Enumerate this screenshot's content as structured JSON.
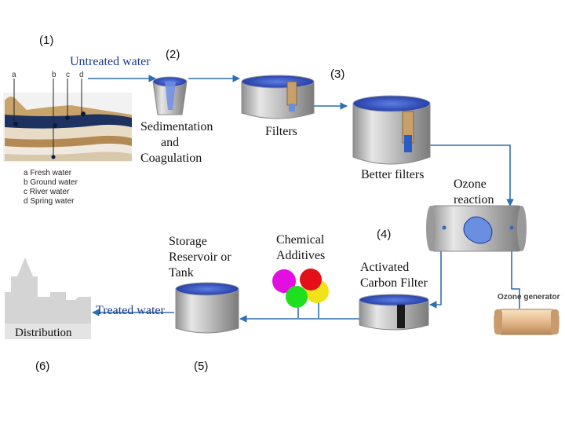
{
  "steps": {
    "s1": "(1)",
    "s2": "(2)",
    "s3": "(3)",
    "s4": "(4)",
    "s5": "(5)",
    "s6": "(6)"
  },
  "flow": {
    "untreated": "Untreated water",
    "treated": "Treated water"
  },
  "labels": {
    "sedimentation": [
      "Sedimentation",
      "and",
      "Coagulation"
    ],
    "filters": "Filters",
    "better_filters": "Better filters",
    "ozone_reaction": [
      "Ozone",
      "reaction"
    ],
    "activated": [
      "Activated",
      "Carbon Filter"
    ],
    "chemical": [
      "Chemical",
      "Additives"
    ],
    "storage": [
      "Storage",
      "Reservoir or",
      "Tank"
    ],
    "distribution": "Distribution",
    "ozone_generator": "Ozone generator"
  },
  "source": {
    "letters": [
      "a",
      "b",
      "c",
      "d"
    ],
    "legend": [
      "a   Fresh water",
      "b   Ground water",
      "c   River water",
      "d   Spring water"
    ]
  },
  "colors": {
    "pipe": "#2f6fb0",
    "water": "#1e3ea8",
    "tank": "#b7b7b7",
    "text_blue": "#1a3b8a"
  }
}
